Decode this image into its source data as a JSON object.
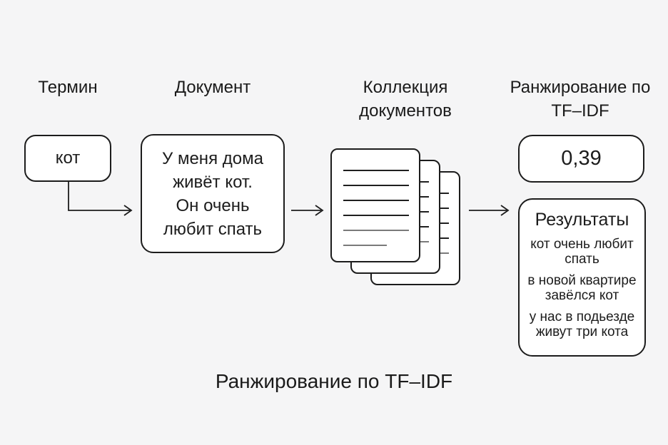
{
  "page": {
    "caption": "Ранжирование по TF–IDF"
  },
  "columns": {
    "term_header": "Термин",
    "document_header": "Документ",
    "collection_header": "Коллекция документов",
    "ranking_header": "Ранжирование по TF–IDF"
  },
  "term_box": {
    "label": "кот"
  },
  "document_box": {
    "lines": [
      "У меня дома",
      "живёт кот.",
      "Он очень",
      "любит спать"
    ]
  },
  "collection": {
    "icon": "document-stack-icon",
    "page_count": 3
  },
  "score_box": {
    "value": "0,39"
  },
  "results_box": {
    "title": "Результаты",
    "items": [
      "кот очень любит спать",
      "в новой квартире завёлся кот",
      "у нас в подьезде живут три кота"
    ]
  },
  "colors": {
    "background": "#f5f5f6",
    "box_background": "#ffffff",
    "border": "#1c1c1c",
    "text": "#1a1a1a",
    "gray_line": "#7a7a7a"
  }
}
